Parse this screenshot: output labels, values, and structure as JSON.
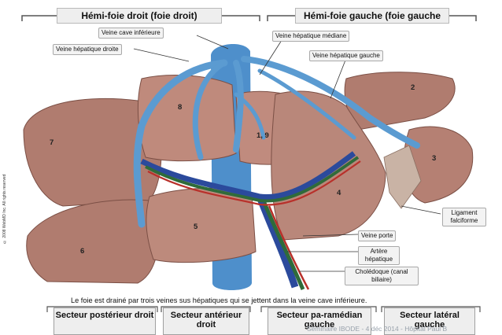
{
  "headers": {
    "left": "Hémi-foie droit (foie droit)",
    "right": "Hémi-foie gauche (foie gauche"
  },
  "labels": {
    "vci": "Veine cave inférieure",
    "vhm": "Veine hépatique médiane",
    "vhd": "Veine hépatique droite",
    "vhg": "Veine hépatique gauche",
    "ligament": "Ligament falciforme",
    "porte": "Veine porte",
    "artere": "Artère hépatique",
    "choledoque": "Cholédoque (canal biliaire)"
  },
  "segments": [
    "2",
    "8",
    "1, 9",
    "7",
    "3",
    "4",
    "5",
    "6"
  ],
  "copyright": "© 2008 WebMD Inc. All rights reserved",
  "caption": "Le foie est drainé par trois veines sus hépatiques qui se jettent dans la veine cave inférieure.",
  "sectors": [
    "Secteur postérieur droit",
    "Secteur antérieur droit",
    "Secteur pa-ramédian gauche",
    "Secteur latéral gauche"
  ],
  "footer": "Séminaire IBODE - 4 déc 2014 - Hôpital Paul B",
  "colors": {
    "liver": "#b07c6f",
    "liver_dark": "#8a5a4f",
    "vein": "#5b9bd1",
    "portal": "#2b4a9c",
    "artery": "#b8302a",
    "bile": "#2f6b3a"
  }
}
